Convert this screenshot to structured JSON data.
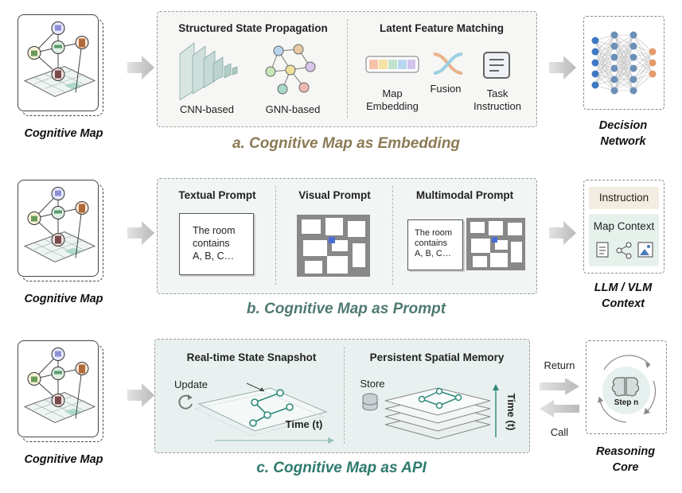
{
  "rows": [
    {
      "left_label": "Cognitive Map",
      "caption": "a. Cognitive Map as Embedding",
      "caption_color": "#8c7a55",
      "sections": [
        {
          "header": "Structured State Propagation",
          "items": [
            "CNN-based",
            "GNN-based"
          ]
        },
        {
          "header": "Latent Feature Matching",
          "items": [
            "Map\nEmbedding",
            "Fusion",
            "Task\nInstruction"
          ]
        }
      ],
      "right_label": "Decision\nNetwork"
    },
    {
      "left_label": "Cognitive Map",
      "caption": "b. Cognitive Map as Prompt",
      "caption_color": "#4f7a70",
      "sections": [
        {
          "header": "Textual Prompt",
          "note": [
            "The room",
            "contains",
            "A, B, C…"
          ]
        },
        {
          "header": "Visual Prompt"
        },
        {
          "header": "Multimodal Prompt",
          "note": [
            "The room",
            "contains",
            "A, B, C…"
          ]
        }
      ],
      "right_box": {
        "instruction": "Instruction",
        "map_context": "Map Context"
      },
      "right_label": "LLM / VLM\nContext"
    },
    {
      "left_label": "Cognitive Map",
      "caption": "c. Cognitive Map as API",
      "caption_color": "#2e7a6e",
      "sections": [
        {
          "header": "Real-time State Snapshot",
          "update": "Update",
          "time": "Time (t)"
        },
        {
          "header": "Persistent Spatial Memory",
          "store": "Store",
          "time": "Time (t)"
        }
      ],
      "return_label": "Return",
      "call_label": "Call",
      "step_label": "Step n",
      "right_label": "Reasoning\nCore"
    }
  ],
  "colors": {
    "accent_teal": "#5aa89a",
    "accent_gold": "#8c7a55",
    "arrow_gray": "#c4c4c4"
  }
}
